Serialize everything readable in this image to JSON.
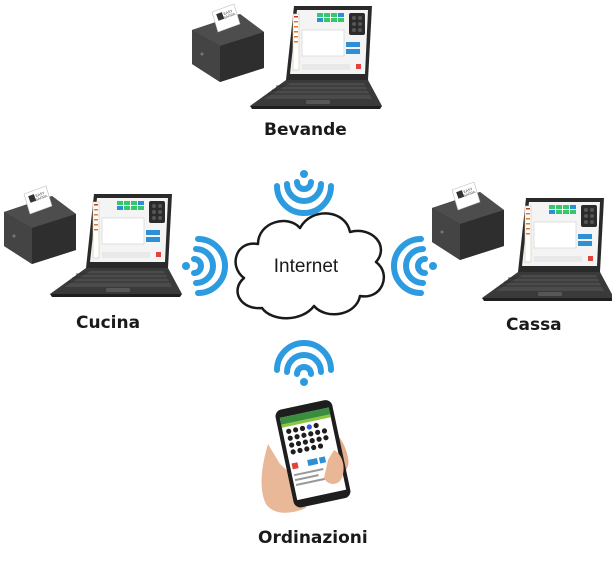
{
  "nodes": {
    "bevande": {
      "label": "Bevande"
    },
    "cucina": {
      "label": "Cucina"
    },
    "cassa": {
      "label": "Cassa"
    },
    "ordinazioni": {
      "label": "Ordinazioni"
    },
    "cloud": {
      "label": "Internet"
    }
  },
  "colors": {
    "wifi": "#2d9be0",
    "laptop_body": "#2b2b2b",
    "printer_body": "#3c3c3c",
    "screen_bg": "#f4f4f4",
    "accent_green": "#35c76a",
    "accent_blue": "#2e8fd6",
    "accent_red": "#e0443b"
  },
  "icons": [
    "laptop-icon",
    "receipt-printer-icon",
    "smartphone-icon",
    "wifi-icon",
    "cloud-icon"
  ]
}
